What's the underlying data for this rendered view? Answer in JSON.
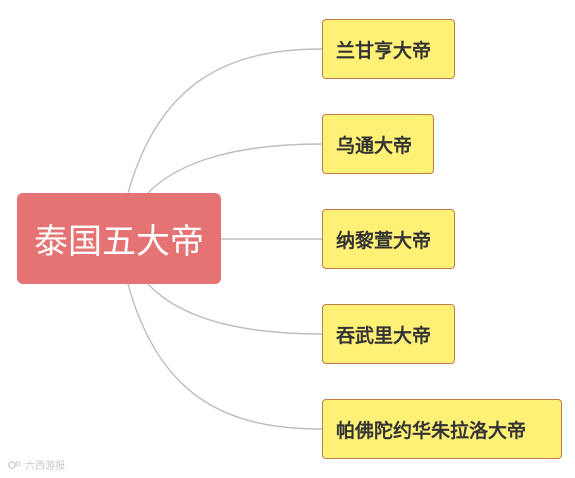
{
  "mindmap": {
    "root": {
      "label": "泰国五大帝"
    },
    "children": [
      {
        "label": "兰甘亨大帝"
      },
      {
        "label": "乌通大帝"
      },
      {
        "label": "纳黎萱大帝"
      },
      {
        "label": "吞武里大帝"
      },
      {
        "label": "帕佛陀约华朱拉洛大帝"
      }
    ]
  },
  "colors": {
    "root_fill": "#e57373",
    "child_fill": "#fff176",
    "child_border": "#c57a4a",
    "connector": "#bdbdbd"
  },
  "watermark": {
    "text": "六西游报",
    "icon": "logo-icon"
  }
}
